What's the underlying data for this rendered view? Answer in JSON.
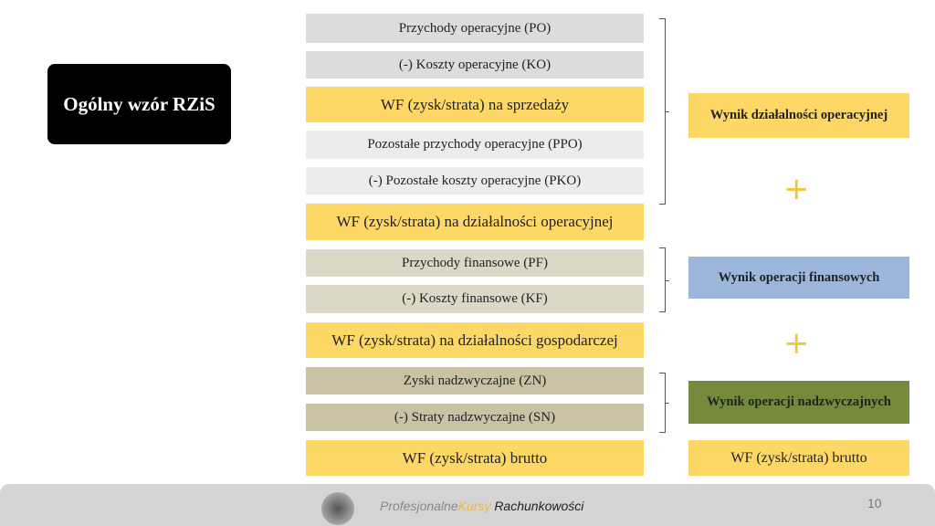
{
  "title": "Ogólny wzór RZiS",
  "rows": [
    "Przychody operacyjne (PO)",
    "(-) Koszty operacyjne (KO)",
    "WF (zysk/strata) na sprzedaży",
    "Pozostałe przychody operacyjne (PPO)",
    "(-) Pozostałe koszty operacyjne (PKO)",
    "WF (zysk/strata) na działalności operacyjnej",
    "Przychody finansowe (PF)",
    "(-) Koszty finansowe (KF)",
    "WF (zysk/strata) na działalności gospodarczej",
    "Zyski nadzwyczajne (ZN)",
    "(-) Straty nadzwyczajne (SN)",
    "WF (zysk/strata) brutto"
  ],
  "results": [
    "Wynik działalności operacyjnej",
    "Wynik operacji finansowych",
    "Wynik operacji nadzwyczajnych",
    "WF (zysk/strata) brutto"
  ],
  "plus": "+",
  "footer": {
    "brand_1": "Profesjonalne",
    "brand_2": "Kursy",
    "brand_3": "Rachunkowości",
    "page": "10"
  }
}
